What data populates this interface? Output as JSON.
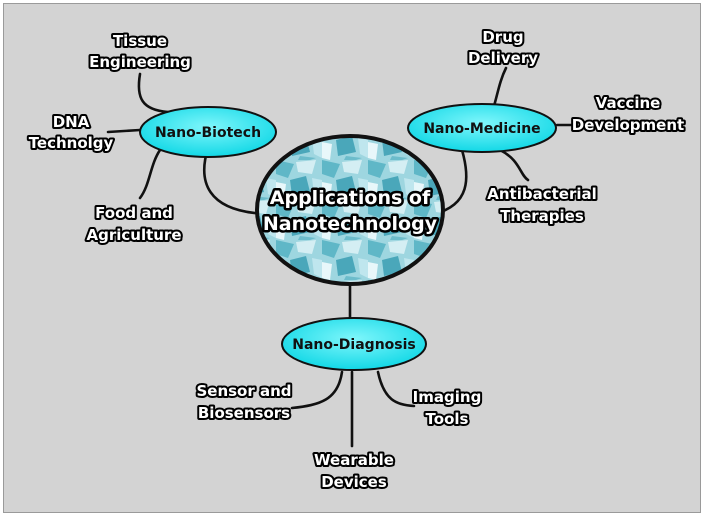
{
  "center": {
    "line1": "Applications of",
    "line2": "Nanotechnology"
  },
  "branches": [
    {
      "name": "Nano-Biotech",
      "leaves": [
        {
          "line1": "Tissue",
          "line2": "Engineering"
        },
        {
          "line1": "DNA",
          "line2": "Technolgy"
        },
        {
          "line1": "Food and",
          "line2": "Agriculture"
        }
      ]
    },
    {
      "name": "Nano-Medicine",
      "leaves": [
        {
          "line1": "Drug",
          "line2": "Delivery"
        },
        {
          "line1": "Vaccine",
          "line2": "Development"
        },
        {
          "line1": "Antibacterial",
          "line2": "Therapies"
        }
      ]
    },
    {
      "name": "Nano-Diagnosis",
      "leaves": [
        {
          "line1": "Sensor and",
          "line2": "Biosensors"
        },
        {
          "line1": "Wearable",
          "line2": "Devices"
        },
        {
          "line1": "Imaging",
          "line2": "Tools"
        }
      ]
    }
  ],
  "colors": {
    "background": "#d3d3d3",
    "hub_fill": "#19e6f0",
    "center_fill": "#8fd0dc",
    "line": "#111111"
  }
}
